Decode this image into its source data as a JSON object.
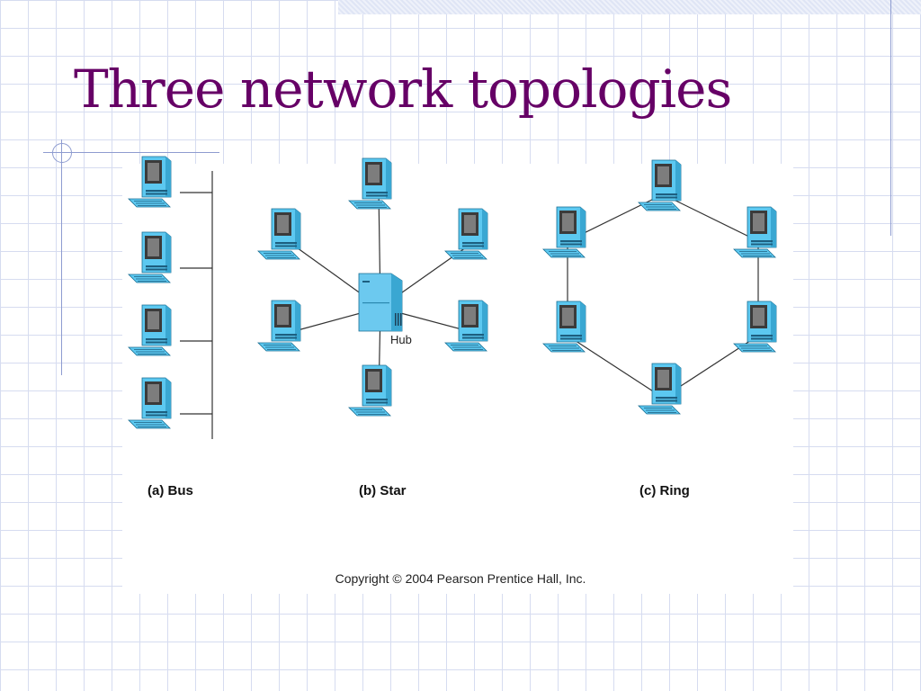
{
  "slide": {
    "title": "Three network topologies",
    "title_color": "#660066",
    "accent_color": "#8e9cd0"
  },
  "diagram": {
    "bus": {
      "caption": "(a) Bus",
      "node_count": 4
    },
    "star": {
      "caption": "(b) Star",
      "hub_label": "Hub",
      "node_count": 6
    },
    "ring": {
      "caption": "(c) Ring",
      "node_count": 6
    },
    "computer_color": "#5cc8f0",
    "copyright": "Copyright © 2004 Pearson Prentice Hall, Inc."
  }
}
